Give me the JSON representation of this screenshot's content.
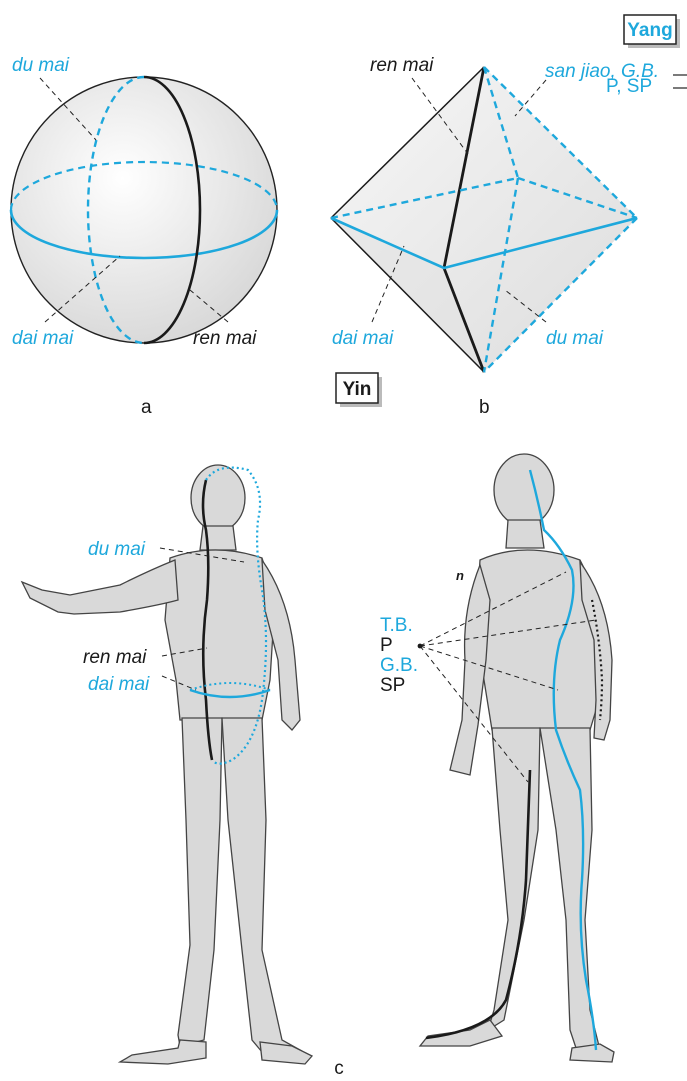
{
  "legend": {
    "yang": "Yang",
    "yin": "Yin"
  },
  "panel_a": {
    "letter": "a",
    "labels": {
      "du_mai": "du mai",
      "dai_mai": "dai mai",
      "ren_mai": "ren mai"
    }
  },
  "panel_b": {
    "letter": "b",
    "labels": {
      "ren_mai": "ren mai",
      "san_jiao": "san jiao, G.B.",
      "p_sp": "P, SP",
      "dai_mai": "dai mai",
      "du_mai": "du mai"
    }
  },
  "panel_c": {
    "letter": "c",
    "left_labels": {
      "du_mai": "du mai",
      "ren_mai": "ren mai",
      "dai_mai": "dai mai"
    },
    "right_labels": {
      "n": "n",
      "tb": "T.B.",
      "p": "P",
      "gb": "G.B.",
      "sp": "SP"
    }
  },
  "colors": {
    "yang_blue": "#1ea8dc",
    "yin_black": "#1a1a1a",
    "body_gray": "#d9d9d9"
  }
}
